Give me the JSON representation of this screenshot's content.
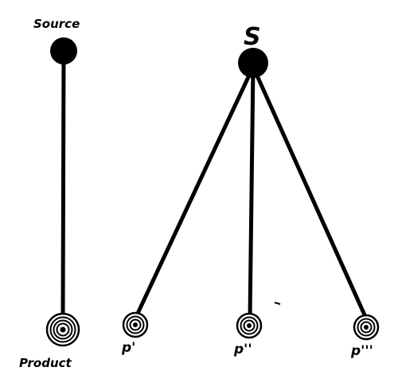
{
  "left_figure": {
    "source_label": "Source",
    "product_label": "Product"
  },
  "right_figure": {
    "source_label": "S",
    "product_labels": [
      "p'",
      "p''",
      "p'''"
    ]
  },
  "colors": {
    "ink": "#000000",
    "background": "#ffffff"
  }
}
